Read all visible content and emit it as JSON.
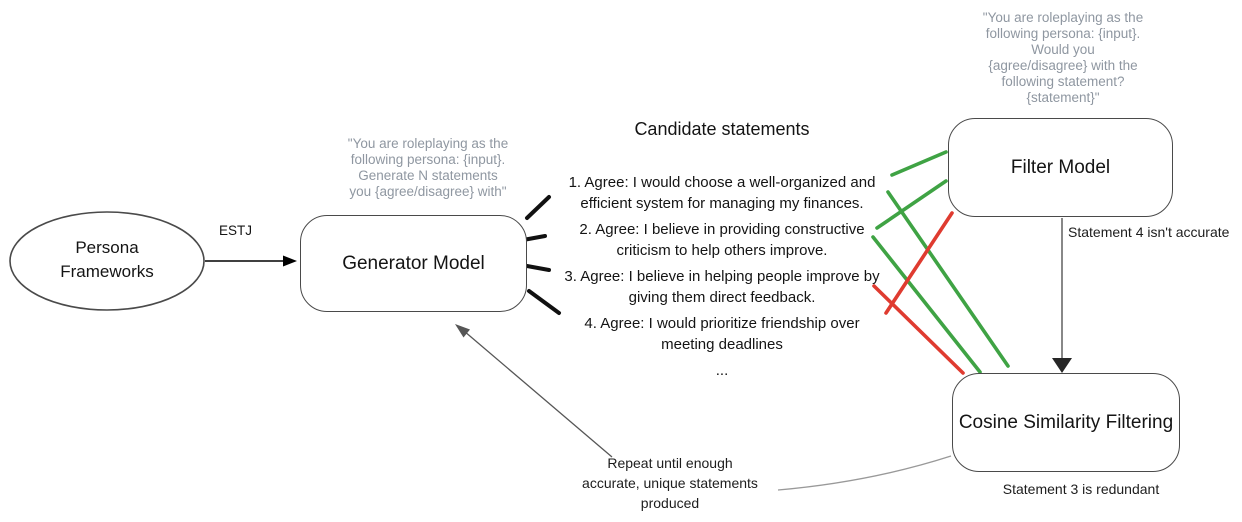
{
  "diagram": {
    "persona_node": {
      "label": "Persona\nFrameworks"
    },
    "estj_edge_label": "ESTJ",
    "generator_node": {
      "label": "Generator Model",
      "prompt": "\"You are roleplaying as the\nfollowing persona: {input}.\nGenerate N statements\nyou {agree/disagree} with\""
    },
    "candidate_statements": {
      "heading": "Candidate statements",
      "items": [
        "1. Agree: I would choose a well-organized and\nefficient system for managing my finances.",
        "2. Agree: I believe in providing constructive\ncriticism to help others improve.",
        "3. Agree: I believe in helping people improve by\ngiving them direct feedback.",
        "4. Agree: I would prioritize friendship over\nmeeting deadlines",
        "..."
      ]
    },
    "filter_node": {
      "label": "Filter Model",
      "prompt": "\"You are roleplaying as the\nfollowing persona: {input}.\nWould you\n{agree/disagree} with the\nfollowing statement?\n{statement}\"",
      "note": "Statement 4 isn't accurate"
    },
    "cosine_node": {
      "label": "Cosine Similarity Filtering",
      "note": "Statement 3 is redundant"
    },
    "repeat_note": "Repeat until enough\naccurate, unique statements\nproduced",
    "colors": {
      "accept_green": "#3fa344",
      "reject_red": "#df3b30",
      "muted_gray": "#8f97a1",
      "outline": "#4a4a4a"
    }
  }
}
